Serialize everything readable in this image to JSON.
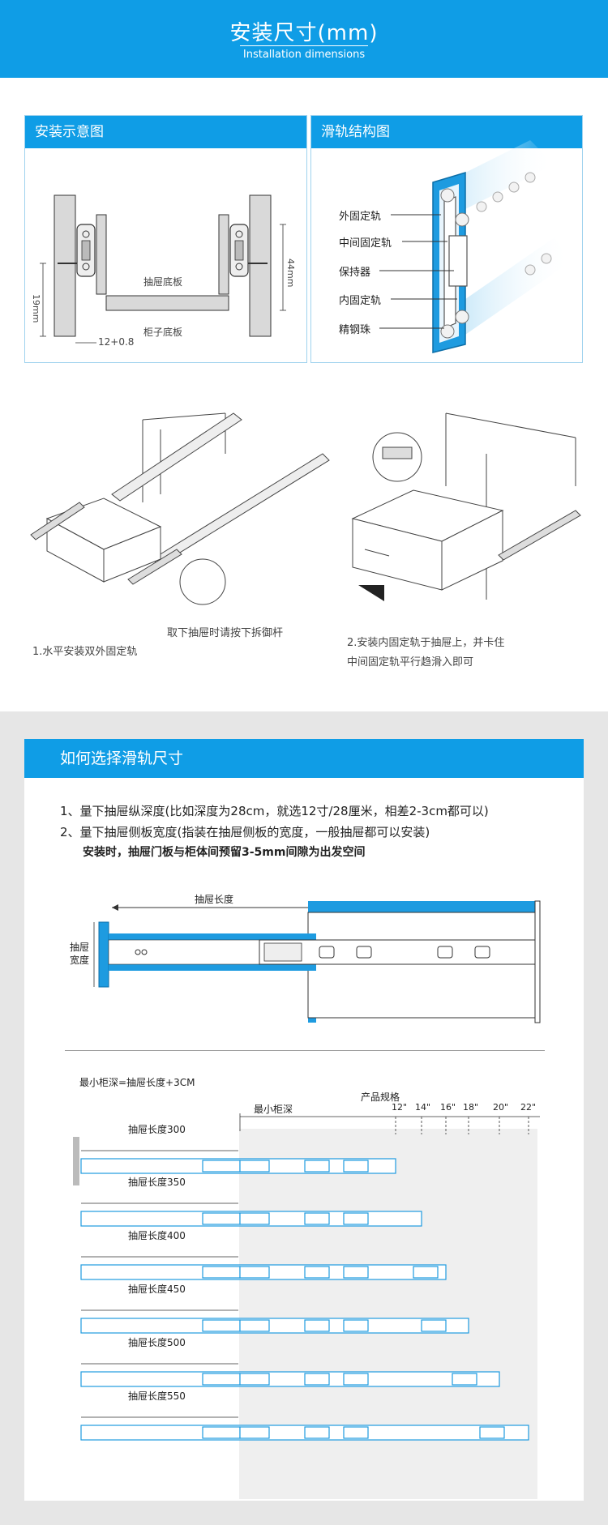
{
  "header": {
    "title": "安装尺寸(mm)",
    "subtitle": "Installation dimensions"
  },
  "install_diagram": {
    "title": "安装示意图",
    "label_drawer_bottom": "抽屉底板",
    "label_cabinet_bottom": "柜子底板",
    "label_19mm": "19mm",
    "label_44mm": "44mm",
    "label_gap": "12+0.8"
  },
  "structure_diagram": {
    "title": "滑轨结构图",
    "parts": [
      "外固定轨",
      "中间固定轨",
      "保持器",
      "内固定轨",
      "精钢珠"
    ]
  },
  "steps": {
    "hint": "取下抽屉时请按下拆御杆",
    "step1": "1.水平安装双外固定轨",
    "step2_line1": "2.安装内固定轨于抽屉上，并卡住",
    "step2_line2": "中间固定轨平行趋滑入即可"
  },
  "select": {
    "title": "如何选择滑轨尺寸",
    "rule1": "1、量下抽屉纵深度(比如深度为28cm，就选12寸/28厘米，相差2-3cm都可以)",
    "rule2": "2、量下抽屉侧板宽度(指装在抽屉侧板的宽度，一般抽屉都可以安装)",
    "rule3": "安装时，抽屉门板与柜体间预留3-5mm间隙为出发空间",
    "drawer_length_label": "抽屉长度",
    "drawer_width_label_1": "抽屉",
    "drawer_width_label_2": "宽度"
  },
  "sizes": {
    "min_cabinet_formula": "最小柜深=抽屉长度+3CM",
    "spec_label": "产品规格",
    "min_depth_label": "最小柜深",
    "spec_ticks": [
      "12\"",
      "14\"",
      "16\"",
      "18\"",
      "20\"",
      "22\""
    ],
    "rows": [
      "抽屉长度300",
      "抽屉长度350",
      "抽屉长度400",
      "抽屉长度450",
      "抽屉长度500",
      "抽屉长度550"
    ]
  },
  "colors": {
    "accent": "#0f9de6",
    "rail_outline": "#1e9be0",
    "panel_border": "#9fd2ee",
    "gray_bg": "#e6e6e6"
  }
}
